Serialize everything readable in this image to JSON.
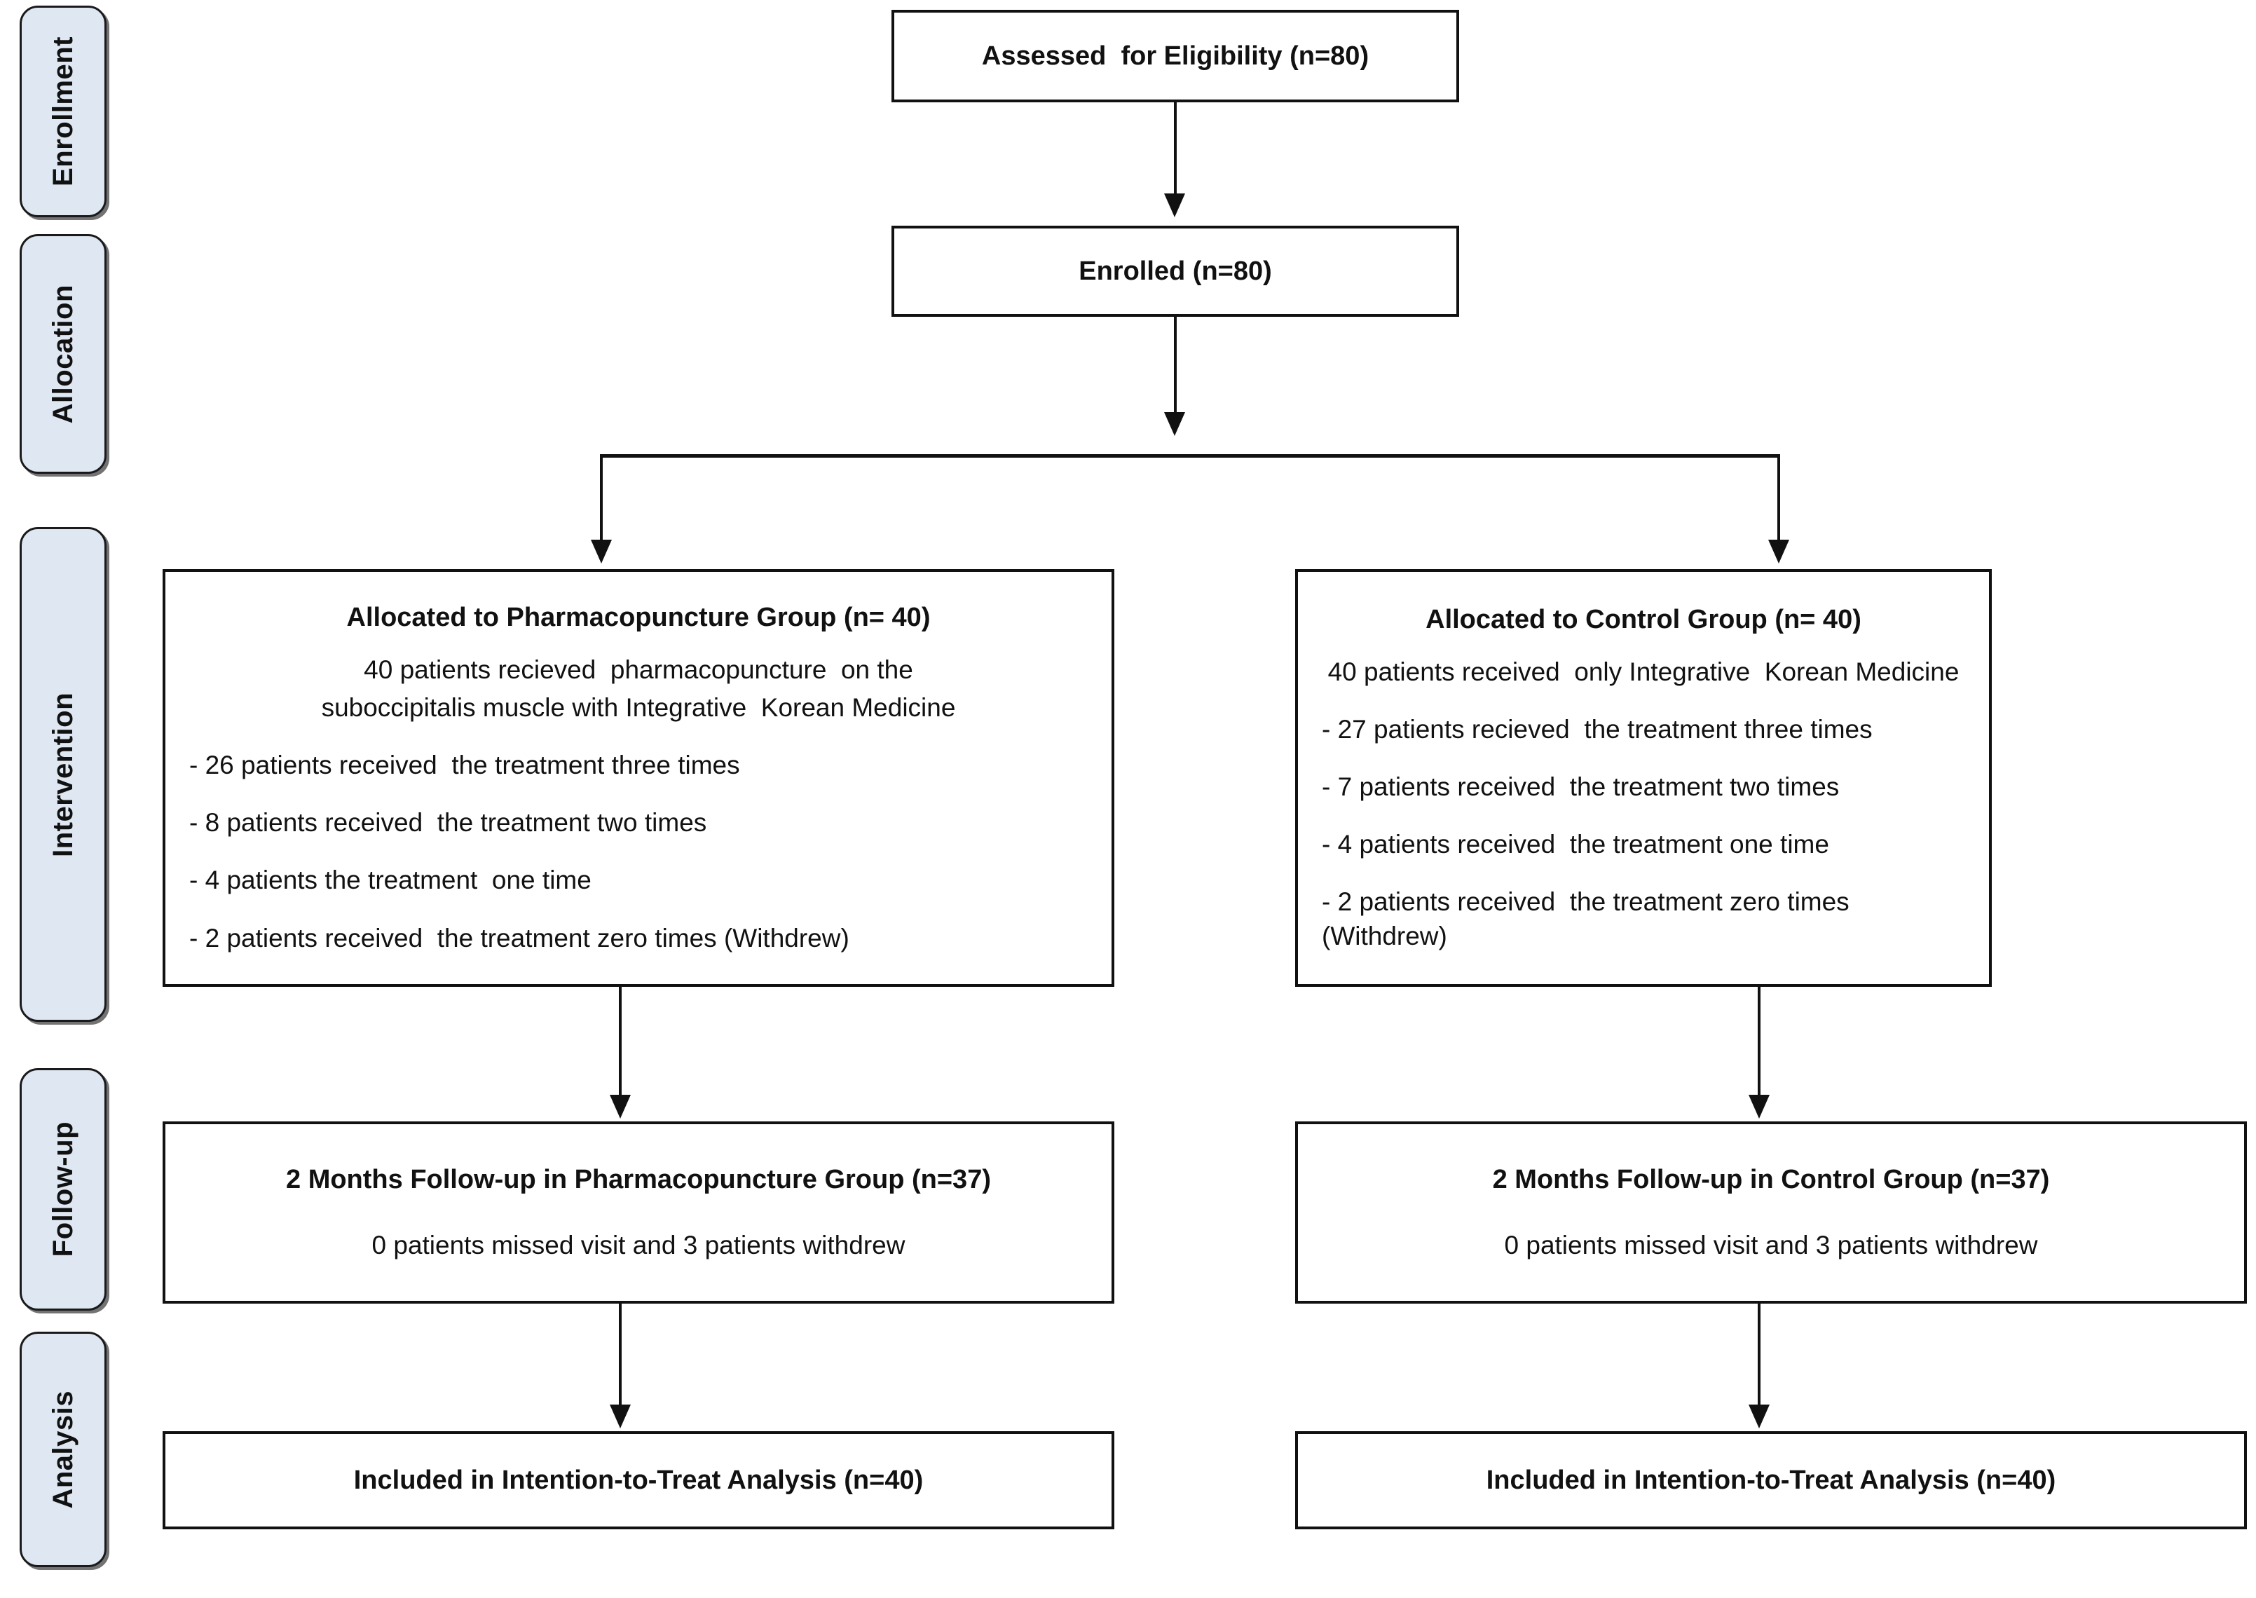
{
  "diagram": {
    "title": "CONSORT participant flow diagram",
    "accent_color": "#dee7f2",
    "line_color": "#111111"
  },
  "stages": [
    {
      "label": "Enrollment"
    },
    {
      "label": "Allocation"
    },
    {
      "label": "Intervention"
    },
    {
      "label": "Follow-up"
    },
    {
      "label": "Analysis"
    }
  ],
  "boxes": {
    "assessed": {
      "title": "Assessed  for Eligibility (n=80)"
    },
    "enrolled": {
      "title": "Enrolled (n=80)"
    },
    "allocation_left": {
      "title": "Allocated to Pharmacopuncture Group (n= 40)",
      "line1": "40 patients recieved  pharmacopuncture  on the",
      "line2": "suboccipitalis muscle with Integrative  Korean Medicine",
      "bullets": [
        "- 26 patients received  the treatment three times",
        "- 8 patients received  the treatment two times",
        "- 4 patients the treatment  one time",
        "- 2 patients received  the treatment zero times (Withdrew)"
      ]
    },
    "allocation_right": {
      "title": "Allocated to Control Group (n= 40)",
      "line1": "40 patients received  only Integrative  Korean Medicine",
      "line2": "",
      "bullets": [
        "- 27 patients recieved  the treatment three times",
        "- 7 patients received  the treatment two times",
        "- 4 patients received  the treatment one time",
        "- 2 patients received  the treatment zero times (Withdrew)"
      ]
    },
    "followup_left": {
      "title": "2 Months Follow-up in Pharmacopuncture Group (n=37)",
      "line1": "0 patients missed visit and 3 patients withdrew"
    },
    "followup_right": {
      "title": "2 Months Follow-up in Control Group (n=37)",
      "line1": "0 patients missed visit and 3 patients withdrew"
    },
    "analysis_left": {
      "title": "Included in Intention-to-Treat Analysis (n=40)"
    },
    "analysis_right": {
      "title": "Included in Intention-to-Treat Analysis (n=40)"
    }
  },
  "chart_data": {
    "type": "diagram",
    "title": "CONSORT flow diagram of a randomized trial of pharmacopuncture",
    "nodes": [
      {
        "id": "assessed",
        "stage": "Enrollment",
        "label": "Assessed  for Eligibility (n=80)",
        "n": 80
      },
      {
        "id": "enrolled",
        "stage": "Enrollment",
        "label": "Enrolled (n=80)",
        "n": 80
      },
      {
        "id": "alloc_pharm",
        "stage": "Allocation/Intervention",
        "label": "Allocated to Pharmacopuncture Group (n= 40)",
        "n": 40
      },
      {
        "id": "alloc_ctrl",
        "stage": "Allocation/Intervention",
        "label": "Allocated to Control Group (n= 40)",
        "n": 40
      },
      {
        "id": "fu_pharm",
        "stage": "Follow-up",
        "label": "2 Months Follow-up in Pharmacopuncture Group (n=37)",
        "n": 37
      },
      {
        "id": "fu_ctrl",
        "stage": "Follow-up",
        "label": "2 Months Follow-up in Control Group (n=37)",
        "n": 37
      },
      {
        "id": "itt_pharm",
        "stage": "Analysis",
        "label": "Included in Intention-to-Treat Analysis (n=40)",
        "n": 40
      },
      {
        "id": "itt_ctrl",
        "stage": "Analysis",
        "label": "Included in Intention-to-Treat Analysis (n=40)",
        "n": 40
      }
    ],
    "edges": [
      {
        "from": "assessed",
        "to": "enrolled"
      },
      {
        "from": "enrolled",
        "to": "alloc_pharm"
      },
      {
        "from": "enrolled",
        "to": "alloc_ctrl"
      },
      {
        "from": "alloc_pharm",
        "to": "fu_pharm"
      },
      {
        "from": "alloc_ctrl",
        "to": "fu_ctrl"
      },
      {
        "from": "fu_pharm",
        "to": "itt_pharm"
      },
      {
        "from": "fu_ctrl",
        "to": "itt_ctrl"
      }
    ],
    "treatment_sessions": {
      "categories": [
        "three times",
        "two times",
        "one time",
        "zero times (Withdrew)"
      ],
      "series": [
        {
          "name": "Pharmacopuncture Group",
          "values": [
            26,
            8,
            4,
            2
          ]
        },
        {
          "name": "Control Group",
          "values": [
            27,
            7,
            4,
            2
          ]
        }
      ]
    },
    "followup_losses": {
      "categories": [
        "missed visit",
        "withdrew"
      ],
      "series": [
        {
          "name": "Pharmacopuncture Group",
          "values": [
            0,
            3
          ]
        },
        {
          "name": "Control Group",
          "values": [
            0,
            3
          ]
        }
      ]
    }
  }
}
